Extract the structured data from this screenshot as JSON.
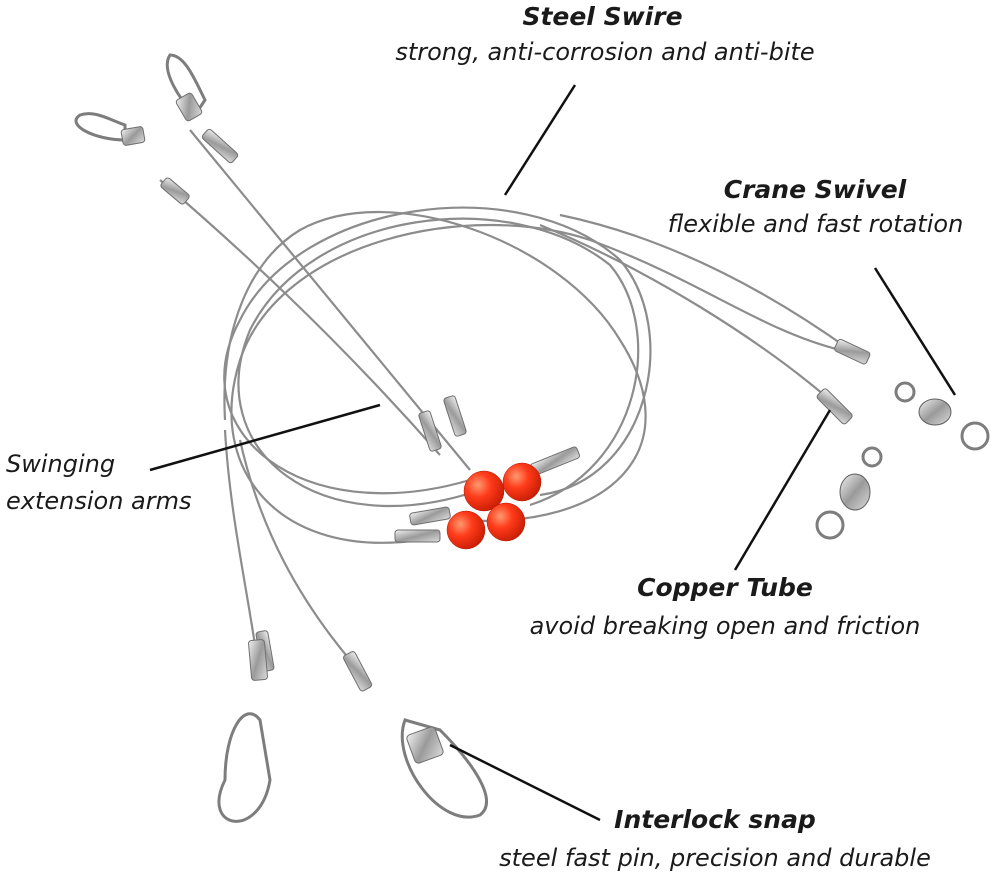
{
  "labels": {
    "steel_wire": {
      "title": "Steel Swire",
      "desc": "strong, anti-corrosion and anti-bite"
    },
    "crane_swivel": {
      "title": "Crane Swivel",
      "desc": "flexible and fast rotation"
    },
    "swinging_arms": {
      "line1": "Swinging",
      "line2": "extension arms"
    },
    "copper_tube": {
      "title": "Copper Tube",
      "desc": "avoid breaking open and friction"
    },
    "interlock_snap": {
      "title": "Interlock snap",
      "desc": "steel fast pin, precision and durable"
    }
  },
  "colors": {
    "wire": "#8c8c8c",
    "metal": "#b8b8b8",
    "bead": "#ff3b1a",
    "leader": "#111111"
  }
}
